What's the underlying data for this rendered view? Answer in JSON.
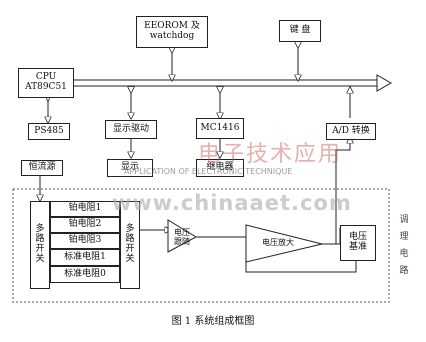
{
  "blocks": {
    "eeprom": "EEOROM 及\nwatchdog",
    "keyboard": "键 盘",
    "cpu": "CPU\nAT89C51",
    "ps485": "PS485",
    "display_driver": "显示驱动",
    "mc1416": "MC1416",
    "ad": "A/D 转换",
    "display": "显示",
    "relay": "继电器",
    "constant_current": "恒流源",
    "mux_left": "多\n路\n开\n关",
    "mux_right": "多\n路\n开\n关",
    "res1": "铂电阻1",
    "res2": "铂电阻2",
    "res3": "铂电阻3",
    "std1": "标准电阻1",
    "std0": "标准电阻0",
    "follower": "电压\n跟随",
    "amplifier": "电压放大",
    "vref": "电压\n基准",
    "conditioning": "调\n理\n电\n路"
  },
  "caption": "图 1    系统组成框图",
  "watermark": {
    "cn": "电子技术应用",
    "en": "APPLICATION OF ELECTRONIC TECHNIQUE",
    "url": "www.chinaaet.com"
  }
}
